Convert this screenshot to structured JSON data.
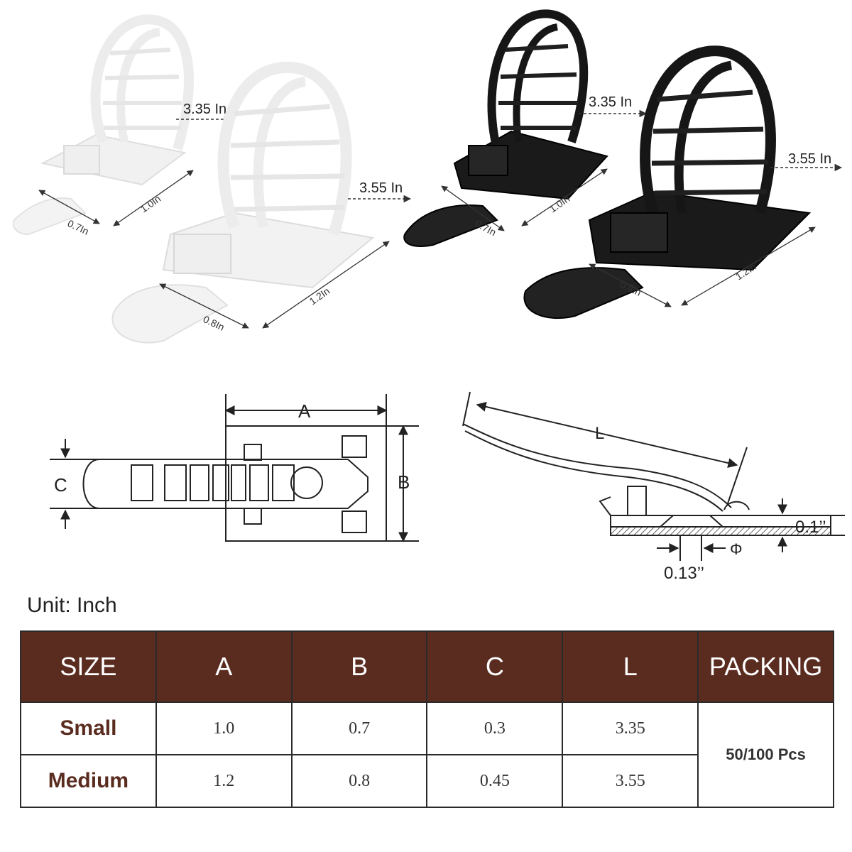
{
  "photo_labels": {
    "white_small": {
      "length": "3.35 In",
      "base_length": "1.0In",
      "base_width": "0.7In"
    },
    "white_medium": {
      "length": "3.55 In",
      "base_length": "1.2In",
      "base_width": "0.8In"
    },
    "black_small": {
      "length": "3.35 In",
      "base_length": "1.0In",
      "base_width": "0.7In"
    },
    "black_medium": {
      "length": "3.55 In",
      "base_length": "1.2In",
      "base_width": "0.8In"
    }
  },
  "diagram": {
    "label_a": "A",
    "label_b": "B",
    "label_c": "C",
    "label_l": "L",
    "thickness": "0.1’’",
    "hole": "0.13’’",
    "phi": "Φ"
  },
  "unit_label": "Unit: Inch",
  "table": {
    "headers": [
      "SIZE",
      "A",
      "B",
      "C",
      "L",
      "PACKING"
    ],
    "rows": [
      {
        "size": "Small",
        "a": "1.0",
        "b": "0.7",
        "c": "0.3",
        "l": "3.35"
      },
      {
        "size": "Medium",
        "a": "1.2",
        "b": "0.8",
        "c": "0.45",
        "l": "3.55"
      }
    ],
    "packing": "50/100 Pcs"
  },
  "colors": {
    "header_bg": "#5a2c20",
    "clip_black": "#1a1a1a",
    "clip_white": "#f3f3f3"
  }
}
